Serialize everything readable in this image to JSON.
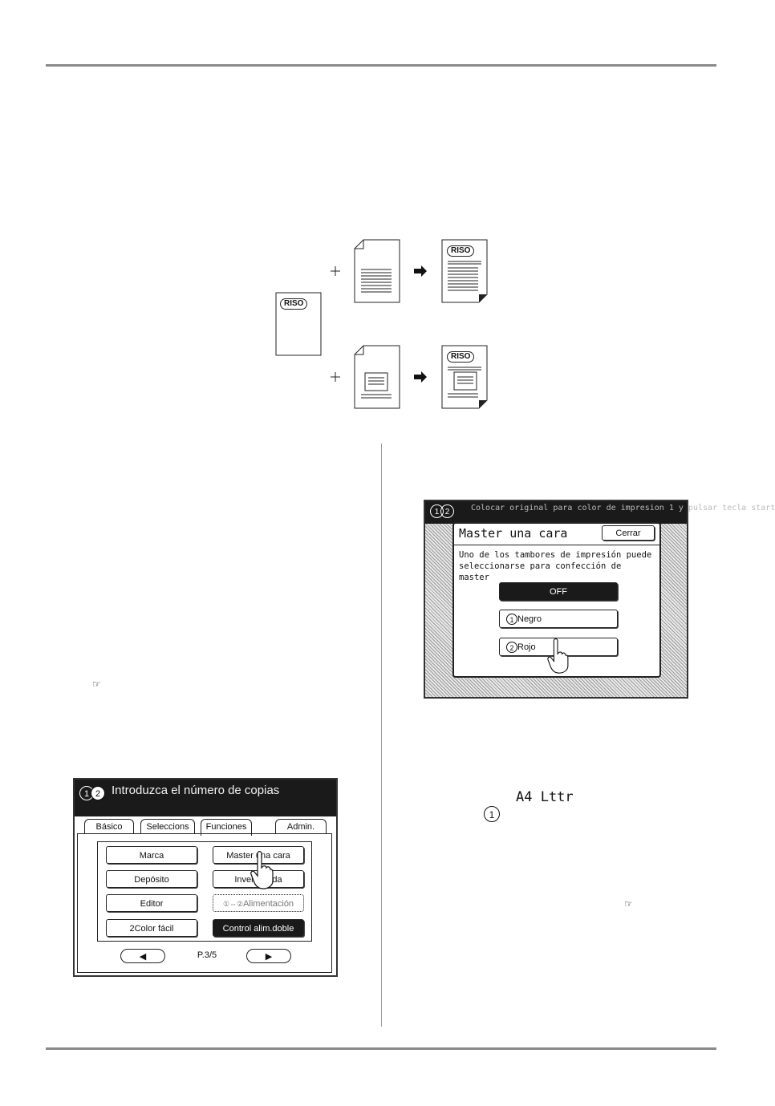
{
  "screen_functions": {
    "title": "Introduzca el número de copias",
    "tabs": [
      "Básico",
      "Seleccions",
      "Funciones",
      "Admin."
    ],
    "buttons": {
      "marca": "Marca",
      "master_una_cara": "Master una cara",
      "deposito": "Depósito",
      "invert_salida": "Invert salida",
      "editor": "Editor",
      "alimentacion": "Alimentación",
      "color_facil": "2Color fácil",
      "control_alim": "Control alim.doble"
    },
    "page": "P.3/5"
  },
  "screen_dialog": {
    "message": "Colocar original para color de impresion 1 y pulsar tecla start",
    "title": "Master una cara",
    "close": "Cerrar",
    "description": "Uno de los tambores de impresión puede seleccionarse para confección de master",
    "options": {
      "off": "OFF",
      "negro": "Negro",
      "rojo": "Rojo"
    }
  },
  "legend": {
    "sizes": "A4 Lttr"
  },
  "diagram": {
    "logo_text": "RISO"
  }
}
